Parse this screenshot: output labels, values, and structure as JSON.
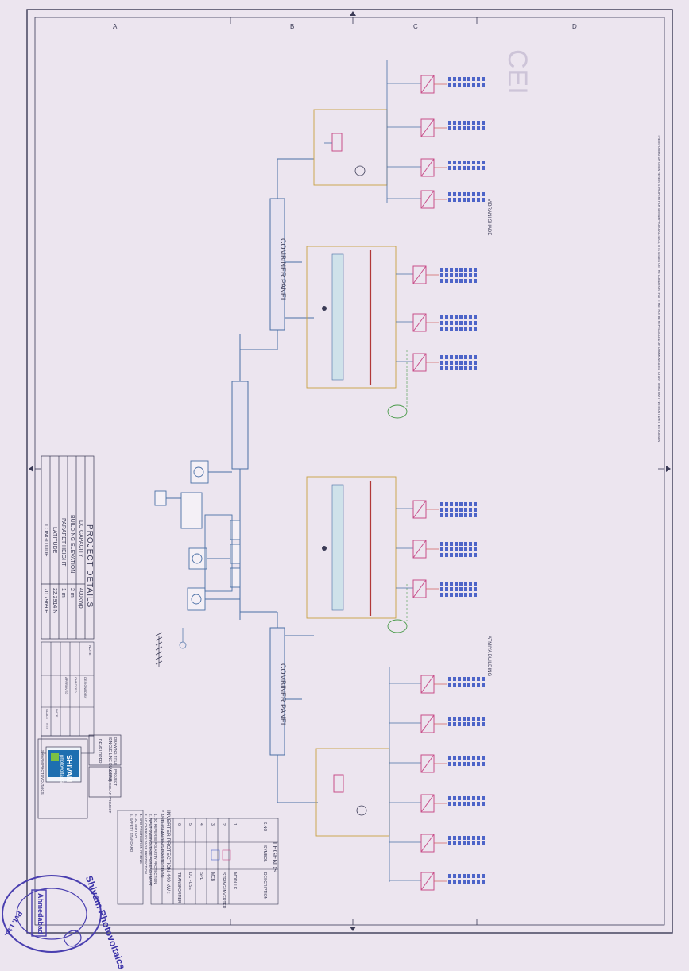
{
  "project_details": {
    "heading": "PROJECT DETAILS",
    "rows": [
      {
        "label": "DC CAPACITY",
        "value": "400kWp"
      },
      {
        "label": "BUILDING ELEVATION",
        "value": "2 m"
      },
      {
        "label": "PARAPET HEIGHT",
        "value": "1 m"
      },
      {
        "label": "LATITUDE",
        "value": "22.2914 N"
      },
      {
        "label": "LONGITUDE",
        "value": "70.7969 E"
      }
    ]
  },
  "panels": {
    "combiner_left": "COMBINER PANEL",
    "combiner_right": "COMBINER PANEL",
    "area_right": "VIBRANI SHADE",
    "area_left": "ATMIYA BUILDING"
  },
  "legend": {
    "heading": "LEGENDS",
    "col_sr": "S.NO",
    "col_symbol": "SYMBOL",
    "col_desc": "DESCRIPTION",
    "items": [
      {
        "no": "1",
        "desc": "MODULE"
      },
      {
        "no": "2",
        "desc": "STRING INVERTER"
      },
      {
        "no": "3",
        "desc": "MCB"
      },
      {
        "no": "4",
        "desc": "SPD"
      },
      {
        "no": "5",
        "desc": "DC FUSE"
      },
      {
        "no": "6",
        "desc": "TRANSFORMER"
      }
    ]
  },
  "inverter_protection": {
    "title": "INVERTER PROTECTION 440 kW :-",
    "subtitle": "* ANTI ISLANDING PROTECTION",
    "items": [
      "1. DC REVERSE POLARITY PROTECTION",
      "2. INPUT OVERVOLTAGE FOR EACH MPPT",
      "3. AC OVERVOLTAGE PROTECTION",
      "4. SPD PROTECTION RATING",
      "5. DC SWITCH",
      "6. SAFETY STANDARD"
    ]
  },
  "title_block": {
    "drawing_title_label": "DRAWING TITLE",
    "drawing_title": "SINGLE LINE DIAGRAM",
    "project_label": "PROJECT",
    "project": "400kWp SOLAR PROJECT",
    "developer_label": "DEVELOPER",
    "company_brand": "SHIVAM",
    "company_sub": "photovoltaics",
    "company_name": "SHIVAM PHOTOVOLTAICS",
    "notes_label": "NOTE",
    "designed": "DESIGNED BY",
    "checked": "CHECKED",
    "approved": "APPROVED",
    "date": "DATE",
    "scale": "SCALE",
    "nts": "NTS"
  },
  "stamp": {
    "line1": "Shivam Photovoltaics",
    "city": "Ahmedabad",
    "suffix": "Pvt. Ltd."
  },
  "footer": "THE INFORMATION GIVEN HEREIN IS PROPERTY OF SHIVAM PHOTOVOLTAICS, IT IS ISSUED ON THE CONDITION THAT IT MAY NOT BE REPRODUCED OR COMMUNICATED TO ANY THIRD PARTY WITHOUT WRITTEN CONSENT",
  "grid_labels": [
    "A",
    "B",
    "C",
    "D"
  ],
  "colors": {
    "line": "#4a6fa5",
    "dc": "#d05a5a",
    "inverter": "#c94f8a",
    "module": "#4d64c8",
    "earth": "#4a9b4a",
    "border": "#3a3a55"
  }
}
